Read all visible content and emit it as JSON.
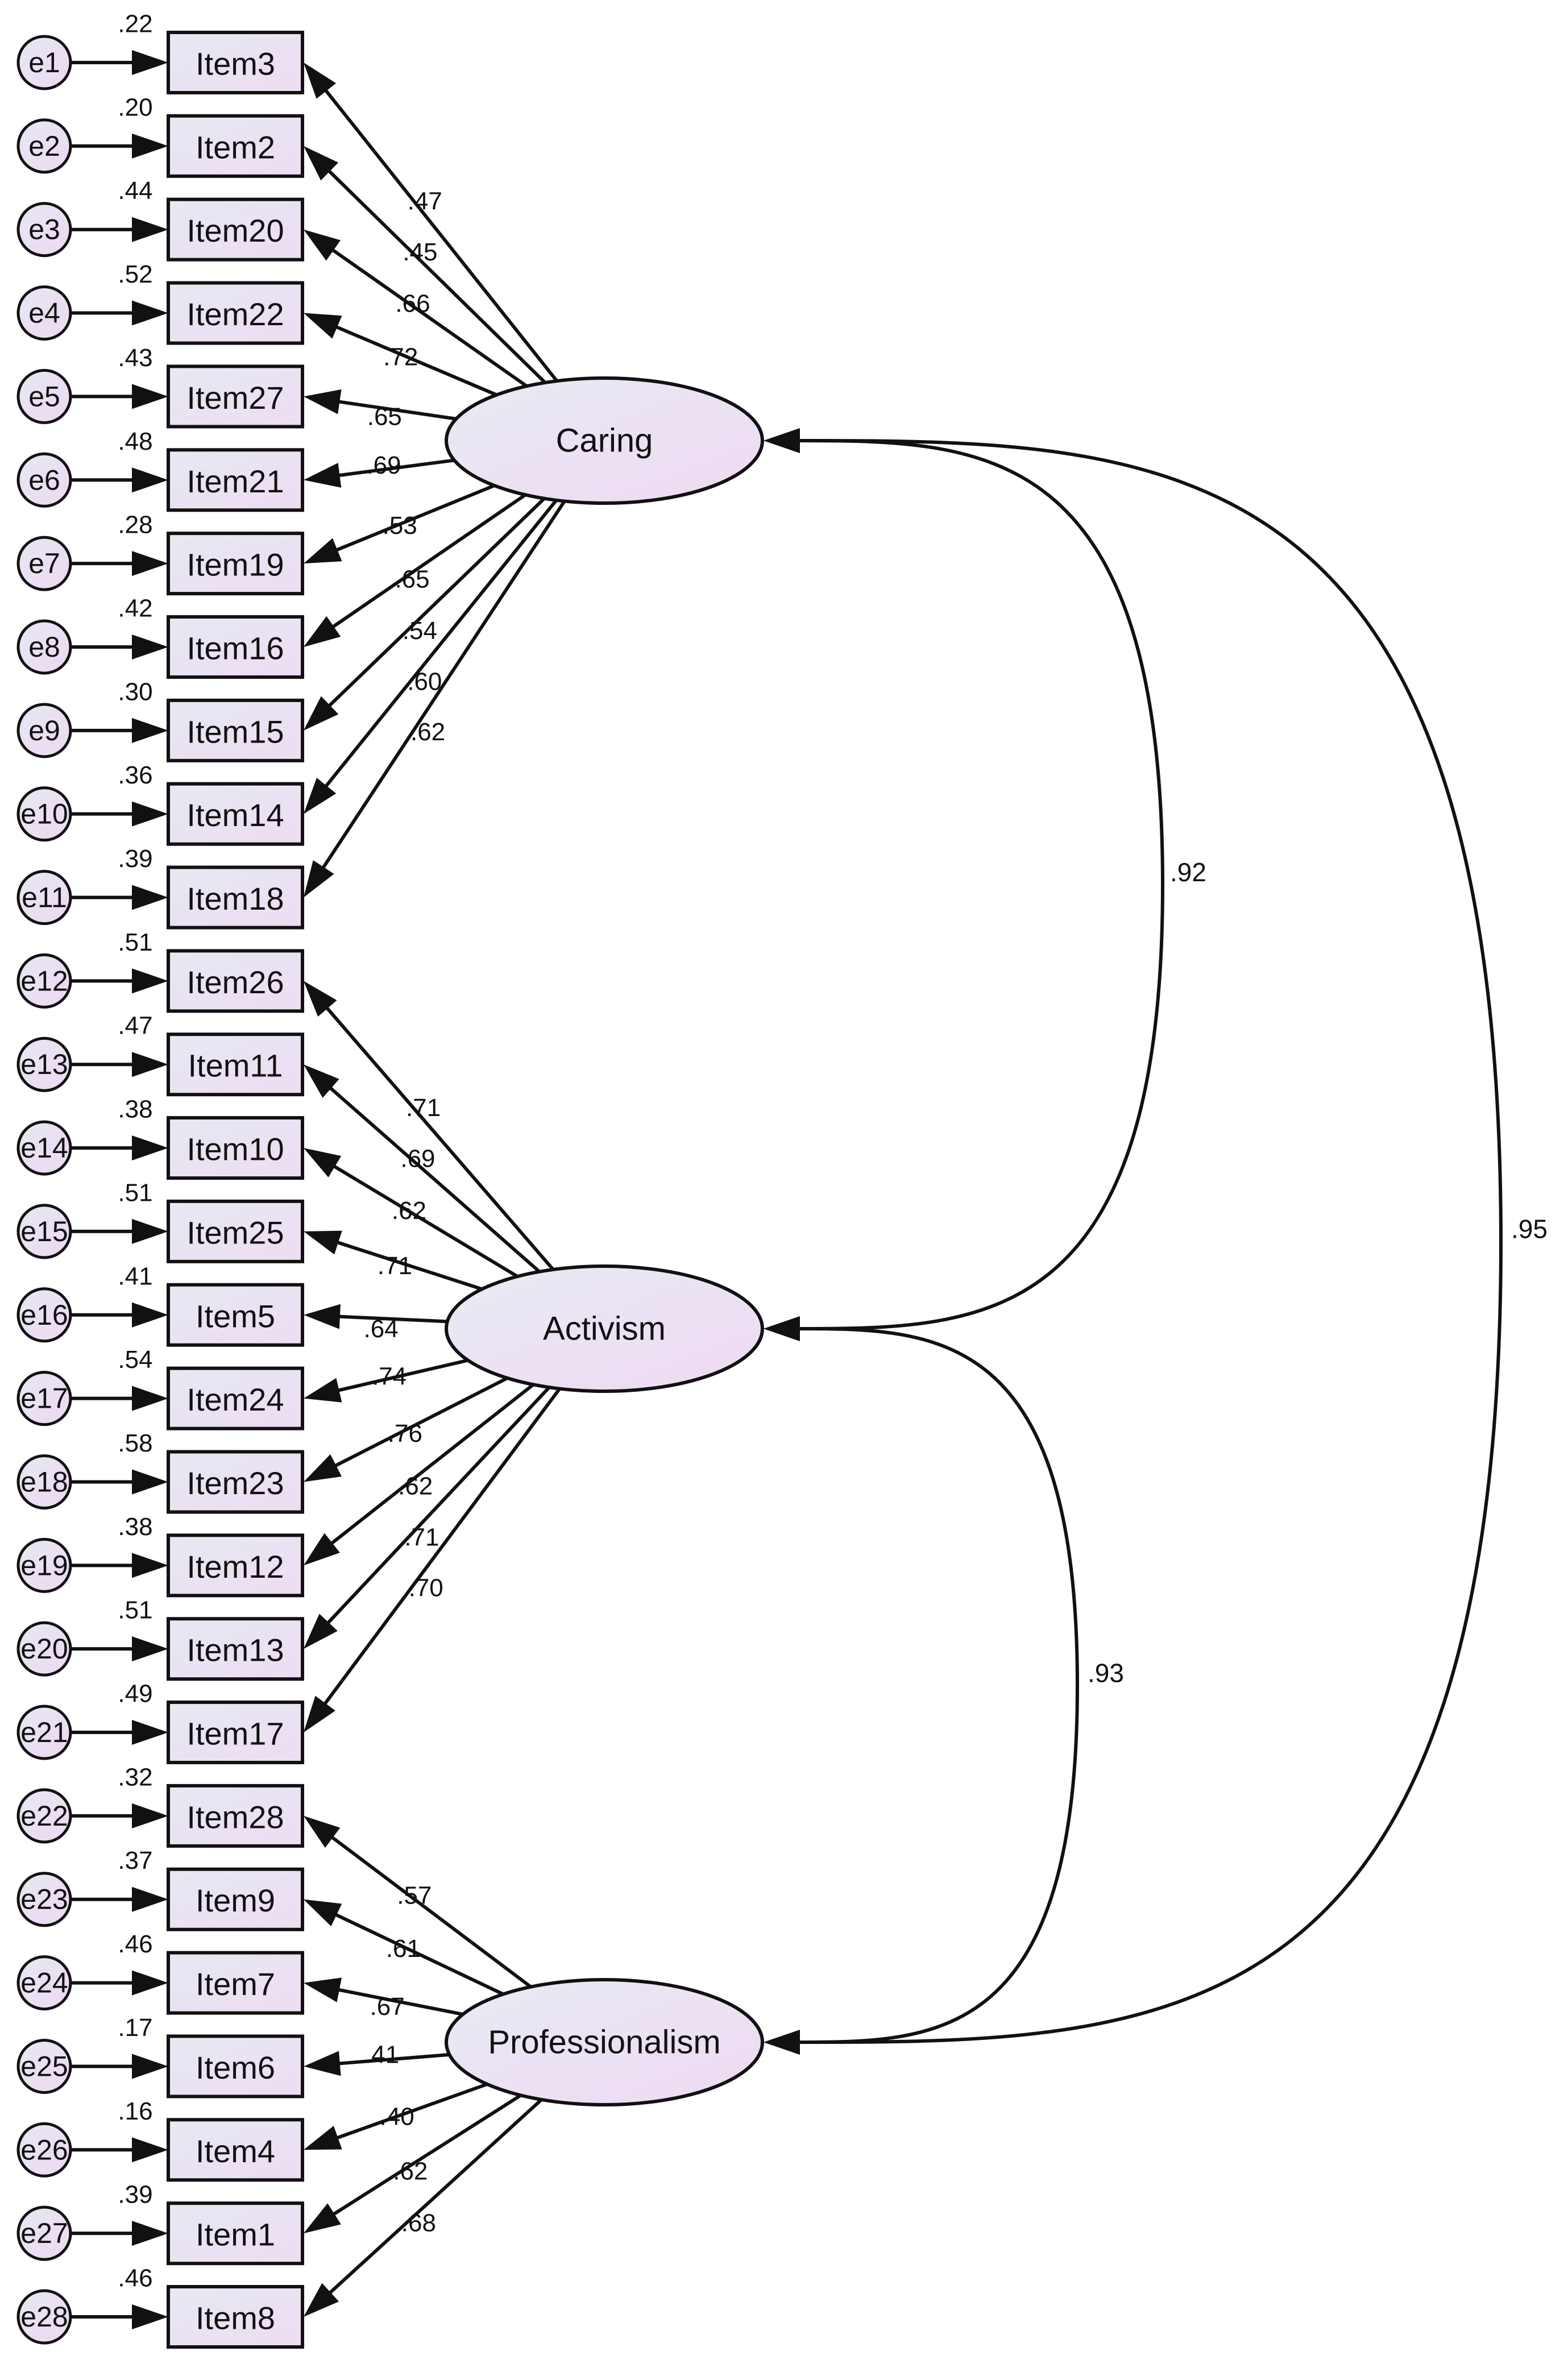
{
  "factors": [
    {
      "id": "caring",
      "label": "Caring"
    },
    {
      "id": "activism",
      "label": "Activism"
    },
    {
      "id": "professionalism",
      "label": "Professionalism"
    }
  ],
  "indicators": [
    {
      "error": "e1",
      "item": "Item3",
      "r2": ".22",
      "loading": ".47",
      "factor": "caring"
    },
    {
      "error": "e2",
      "item": "Item2",
      "r2": ".20",
      "loading": ".45",
      "factor": "caring"
    },
    {
      "error": "e3",
      "item": "Item20",
      "r2": ".44",
      "loading": ".66",
      "factor": "caring"
    },
    {
      "error": "e4",
      "item": "Item22",
      "r2": ".52",
      "loading": ".72",
      "factor": "caring"
    },
    {
      "error": "e5",
      "item": "Item27",
      "r2": ".43",
      "loading": ".65",
      "factor": "caring"
    },
    {
      "error": "e6",
      "item": "Item21",
      "r2": ".48",
      "loading": ".69",
      "factor": "caring"
    },
    {
      "error": "e7",
      "item": "Item19",
      "r2": ".28",
      "loading": ".53",
      "factor": "caring"
    },
    {
      "error": "e8",
      "item": "Item16",
      "r2": ".42",
      "loading": ".65",
      "factor": "caring"
    },
    {
      "error": "e9",
      "item": "Item15",
      "r2": ".30",
      "loading": ".54",
      "factor": "caring"
    },
    {
      "error": "e10",
      "item": "Item14",
      "r2": ".36",
      "loading": ".60",
      "factor": "caring"
    },
    {
      "error": "e11",
      "item": "Item18",
      "r2": ".39",
      "loading": ".62",
      "factor": "caring"
    },
    {
      "error": "e12",
      "item": "Item26",
      "r2": ".51",
      "loading": ".71",
      "factor": "activism"
    },
    {
      "error": "e13",
      "item": "Item11",
      "r2": ".47",
      "loading": ".69",
      "factor": "activism"
    },
    {
      "error": "e14",
      "item": "Item10",
      "r2": ".38",
      "loading": ".62",
      "factor": "activism"
    },
    {
      "error": "e15",
      "item": "Item25",
      "r2": ".51",
      "loading": ".71",
      "factor": "activism"
    },
    {
      "error": "e16",
      "item": "Item5",
      "r2": ".41",
      "loading": ".64",
      "factor": "activism"
    },
    {
      "error": "e17",
      "item": "Item24",
      "r2": ".54",
      "loading": ".74",
      "factor": "activism"
    },
    {
      "error": "e18",
      "item": "Item23",
      "r2": ".58",
      "loading": ".76",
      "factor": "activism"
    },
    {
      "error": "e19",
      "item": "Item12",
      "r2": ".38",
      "loading": ".62",
      "factor": "activism"
    },
    {
      "error": "e20",
      "item": "Item13",
      "r2": ".51",
      "loading": ".71",
      "factor": "activism"
    },
    {
      "error": "e21",
      "item": "Item17",
      "r2": ".49",
      "loading": ".70",
      "factor": "activism"
    },
    {
      "error": "e22",
      "item": "Item28",
      "r2": ".32",
      "loading": ".57",
      "factor": "professionalism"
    },
    {
      "error": "e23",
      "item": "Item9",
      "r2": ".37",
      "loading": ".61",
      "factor": "professionalism"
    },
    {
      "error": "e24",
      "item": "Item7",
      "r2": ".46",
      "loading": ".67",
      "factor": "professionalism"
    },
    {
      "error": "e25",
      "item": "Item6",
      "r2": ".17",
      "loading": ".41",
      "factor": "professionalism"
    },
    {
      "error": "e26",
      "item": "Item4",
      "r2": ".16",
      "loading": ".40",
      "factor": "professionalism"
    },
    {
      "error": "e27",
      "item": "Item1",
      "r2": ".39",
      "loading": ".62",
      "factor": "professionalism"
    },
    {
      "error": "e28",
      "item": "Item8",
      "r2": ".46",
      "loading": ".68",
      "factor": "professionalism"
    }
  ],
  "correlations": [
    {
      "from": "caring",
      "to": "activism",
      "value": ".92"
    },
    {
      "from": "activism",
      "to": "professionalism",
      "value": ".93"
    },
    {
      "from": "caring",
      "to": "professionalism",
      "value": ".95"
    }
  ],
  "colors": {
    "stroke": "#111111",
    "fill_start": "#e6e9f2",
    "fill_end": "#eedcf2"
  }
}
